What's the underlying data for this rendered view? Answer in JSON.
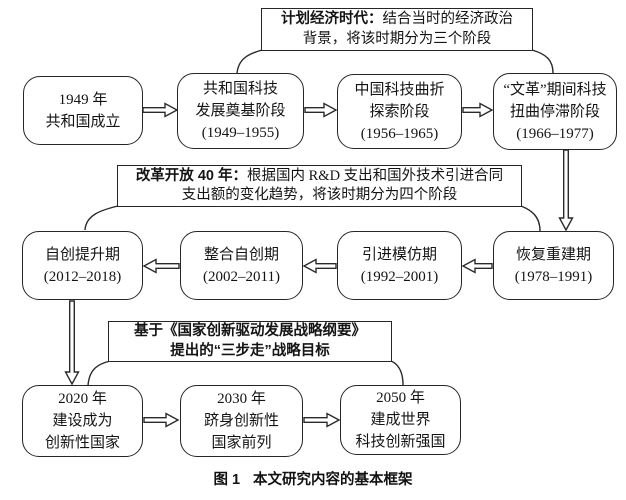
{
  "figure": {
    "caption_label": "图 1",
    "caption_title": "本文研究内容的基本框架"
  },
  "colors": {
    "ink": "#262626",
    "paper": "#ffffff"
  },
  "callouts": {
    "c1": {
      "lead": "计划经济时代：",
      "line1_rest": "结合当时的经济政治",
      "line2": "背景，将该时期分为三个阶段"
    },
    "c2": {
      "lead": "改革开放 40 年：",
      "line1_rest": "根据国内 R&D 支出和国外技术引进合同",
      "line2": "支出额的变化趋势，将该时期分为四个阶段"
    },
    "c3": {
      "line1": "基于《国家创新驱动发展战略纲要》",
      "line2": "提出的“三步走”战略目标"
    }
  },
  "boxes": {
    "r1b1": {
      "line1": "1949 年",
      "line2": "共和国成立"
    },
    "r1b2": {
      "line1": "共和国科技",
      "line2": "发展奠基阶段",
      "line3": "(1949–1955)"
    },
    "r1b3": {
      "line1": "中国科技曲折",
      "line2": "探索阶段",
      "line3": "(1956–1965)"
    },
    "r1b4": {
      "line1": "“文革”期间科技",
      "line2": "扭曲停滞阶段",
      "line3": "(1966–1977)"
    },
    "r2b1": {
      "line1": "自创提升期",
      "line2": "(2012–2018)"
    },
    "r2b2": {
      "line1": "整合自创期",
      "line2": "(2002–2011)"
    },
    "r2b3": {
      "line1": "引进模仿期",
      "line2": "(1992–2001)"
    },
    "r2b4": {
      "line1": "恢复重建期",
      "line2": "(1978–1991)"
    },
    "r3b1": {
      "line1": "2020 年",
      "line2": "建设成为",
      "line3": "创新性国家"
    },
    "r3b2": {
      "line1": "2030 年",
      "line2": "跻身创新性",
      "line3": "国家前列"
    },
    "r3b3": {
      "line1": "2050 年",
      "line2": "建成世界",
      "line3": "科技创新强国"
    }
  }
}
